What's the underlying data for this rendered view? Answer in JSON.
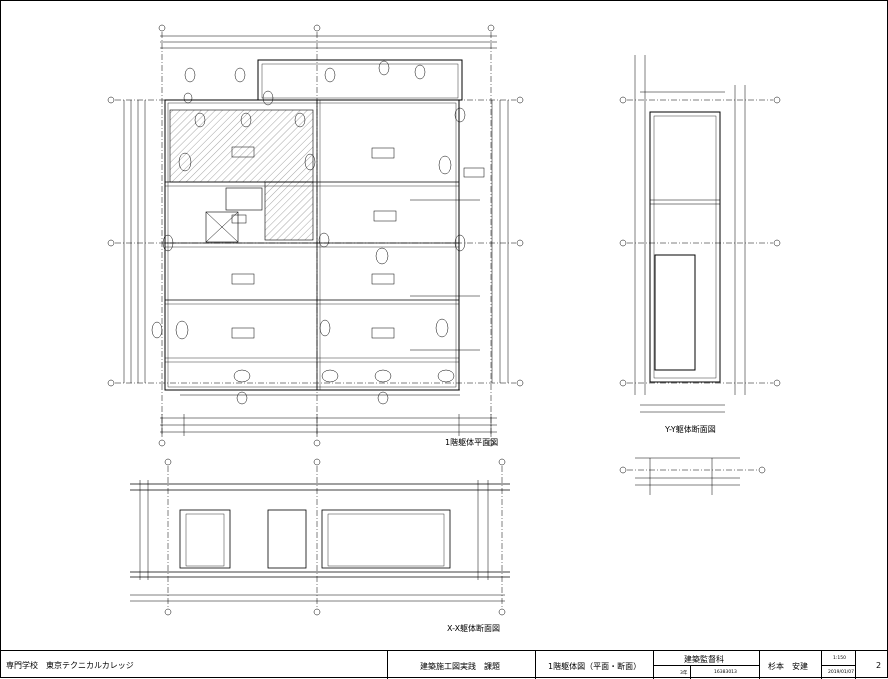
{
  "drawing_titles": {
    "plan": "1階躯体平面図",
    "section_yy": "Y-Y躯体断面図",
    "section_xx": "X-X躯体断面図"
  },
  "title_block": {
    "school": "専門学校　東京テクニカルカレッジ",
    "course_title": "建築施工図実践　課題",
    "drawing_name": "1階躯体図（平面・断面）",
    "department": "建築監督科",
    "grade": "3年",
    "student_id": "16383013",
    "student_name": "杉本　安建",
    "scale": "1:150",
    "date": "2019/01/07",
    "sheet_no": "2"
  }
}
